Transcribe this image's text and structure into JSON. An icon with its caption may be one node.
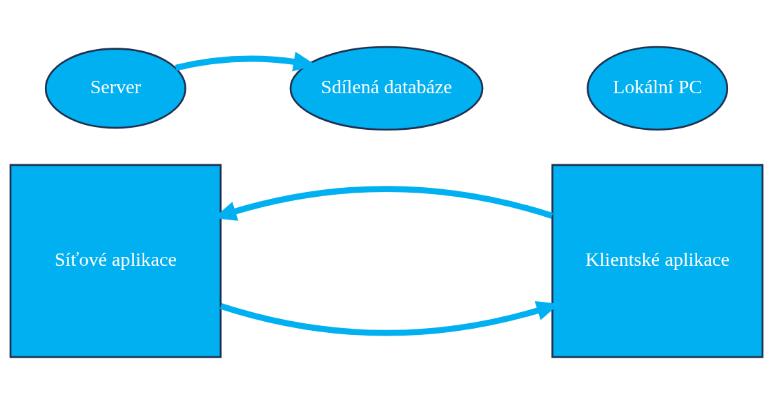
{
  "diagram": {
    "nodes": [
      {
        "text": [
          "Server"
        ]
      },
      {
        "text": [
          "Síťové aplikace"
        ]
      },
      {
        "text": [
          "Sdílená databáze"
        ]
      },
      {
        "text": [
          "Lokální PC"
        ]
      },
      {
        "text": [
          "Klientské aplikace"
        ]
      }
    ],
    "edges": [
      {
        "from": 0,
        "to": 2,
        "arrow": "to"
      },
      {
        "from": 1,
        "to": 4,
        "arrow": "to"
      },
      {
        "from": 4,
        "to": 1,
        "arrow": "to"
      }
    ]
  }
}
